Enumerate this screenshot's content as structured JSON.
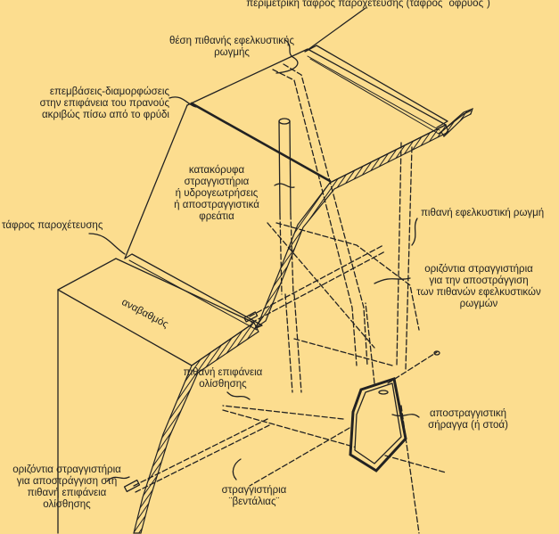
{
  "colors": {
    "background": "#FCDD8F",
    "ink": "#222222"
  },
  "labels": {
    "perimeter_ditch": "περιμετρική τάφρος παροχέτευσης (τάφρος ¨όφρυος¨)",
    "tension_crack_location": "θέση πιθανής εφελκυστικής\nρωγμής",
    "surface_works": "επεμβάσεις-διαμορφώσεις\nστην επιφάνεια του πρανούς\nακριβώς πίσω από το φρύδι",
    "vertical_drains": "κατακόρυφα\nστραγγιστήρια\nή υδρογεωτρήσεις\nή αποστραγγιστικά\nφρεάτια",
    "drainage_ditch": "τάφρος παροχέτευσης",
    "possible_tension_crack": "πιθανή εφελκυστική ρωγμή",
    "horizontal_drains_cracks": "οριζόντια στραγγιστήρια\nγια την αποστράγγιση\nτων πιθανών εφελκυστικών\nρωγμών",
    "bench": "αναβαθμός",
    "slip_surface": "πιθανή επιφάνεια\nολίσθησης",
    "drainage_gallery": "αποστραγγιστική\nσήραγγα (ή στοά)",
    "horizontal_drains_slip": "οριζόντια στραγγιστήρια\nγια αποστράγγιση στη\nπιθανή επιφάνεια\nολίσθησης",
    "fan_drains": "στραγγιστήρια\n¨βεντάλιας¨"
  }
}
